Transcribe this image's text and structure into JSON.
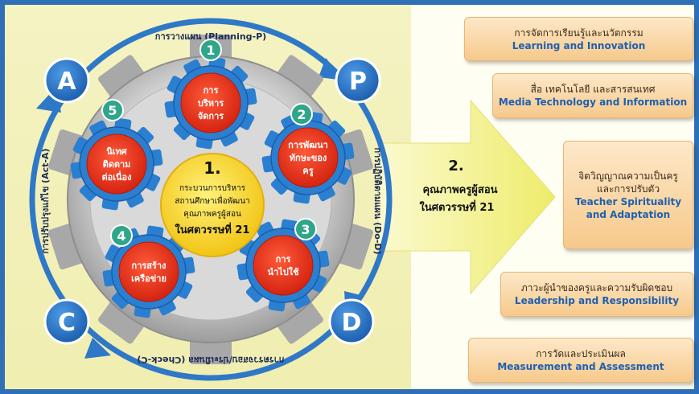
{
  "cycle": {
    "plan_letter": "P",
    "do_letter": "D",
    "check_letter": "C",
    "act_letter": "A",
    "plan_label": "การวางแผน (Planning-P)",
    "do_label": "การปฏิบัติตามแผน (Do-D)",
    "check_label": "การตรวจสอบ/ประเมินผล (Check-C)",
    "act_label": "การปรับปรุงแก้ไข (Act-A)"
  },
  "gears": [
    {
      "number": "1",
      "lines": [
        "การ",
        "บริหาร",
        "จัดการ"
      ]
    },
    {
      "number": "2",
      "lines": [
        "การพัฒนา",
        "ทักษะของ",
        "ครู"
      ]
    },
    {
      "number": "3",
      "lines": [
        "การ",
        "นำไปใช้"
      ]
    },
    {
      "number": "4",
      "lines": [
        "การสร้าง",
        "เครือข่าย"
      ]
    },
    {
      "number": "5",
      "lines": [
        "นิเทศ",
        "ติดตาม",
        "ต่อเนื่อง"
      ]
    }
  ],
  "center": {
    "number": "1.",
    "lines": [
      "กระบวนการบริหาร",
      "สถานศึกษาเพื่อพัฒนา",
      "คุณภาพครูผู้สอน"
    ],
    "last_line": "ในศตวรรษที่ 21"
  },
  "arrow": {
    "number": "2.",
    "line1": "คุณภาพครูผู้สอน",
    "line2": "ในศตวรรษที่ 21"
  },
  "outcomes": [
    {
      "th": "การจัดการเรียนรู้และนวัตกรรม",
      "en": "Learning and Innovation"
    },
    {
      "th": "สื่อ เทคโนโลยี และสารสนเทศ",
      "en": "Media Technology and Information"
    },
    {
      "th": "จิตวิญญาณความเป็นครู",
      "th2": "และการปรับตัว",
      "en": "Teacher Spirituality",
      "en2": "and Adaptation"
    },
    {
      "th": "ภาวะผู้นำของครูและความรับผิดชอบ",
      "en": "Leadership and Responsibility"
    },
    {
      "th": "การวัดและประเมินผล",
      "en": "Measurement and Assessment"
    }
  ],
  "colors": {
    "ring_blue": "#2f78c8",
    "gear_red": "#e8321e",
    "gear_blue": "#2b7fd0",
    "badge_teal": "#2fa58a",
    "center_yellow": "#f8d327",
    "arrow_yellow": "#f2f08a"
  }
}
